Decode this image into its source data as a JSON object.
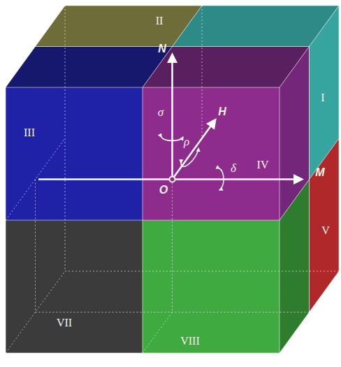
{
  "diagram": {
    "labels": [
      "II",
      "N",
      "III",
      "σ",
      "I",
      "ρ",
      "H",
      "IV",
      "O",
      "δ",
      "M",
      "V",
      "VII",
      "VIII"
    ]
  }
}
